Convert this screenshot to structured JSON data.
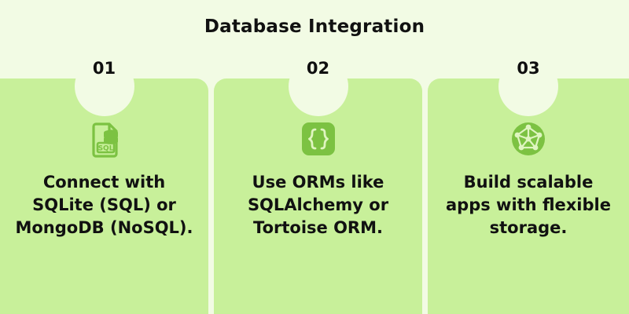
{
  "header": {
    "title": "Database Integration"
  },
  "theme": {
    "page_background": "#F2FBE4",
    "card_background": "#C8F09A",
    "accent_green": "#7CC242",
    "icon_light": "#DFF5C0",
    "text_color": "#111111"
  },
  "cards": [
    {
      "number": "01",
      "icon": "sql-file-database-icon",
      "text": "Connect with SQLite (SQL) or MongoDB (NoSQL)."
    },
    {
      "number": "02",
      "icon": "curly-braces-code-icon",
      "text": "Use ORMs like SQLAlchemy or Tortoise ORM."
    },
    {
      "number": "03",
      "icon": "network-graph-icon",
      "text": "Build scalable apps with flexible storage."
    }
  ]
}
